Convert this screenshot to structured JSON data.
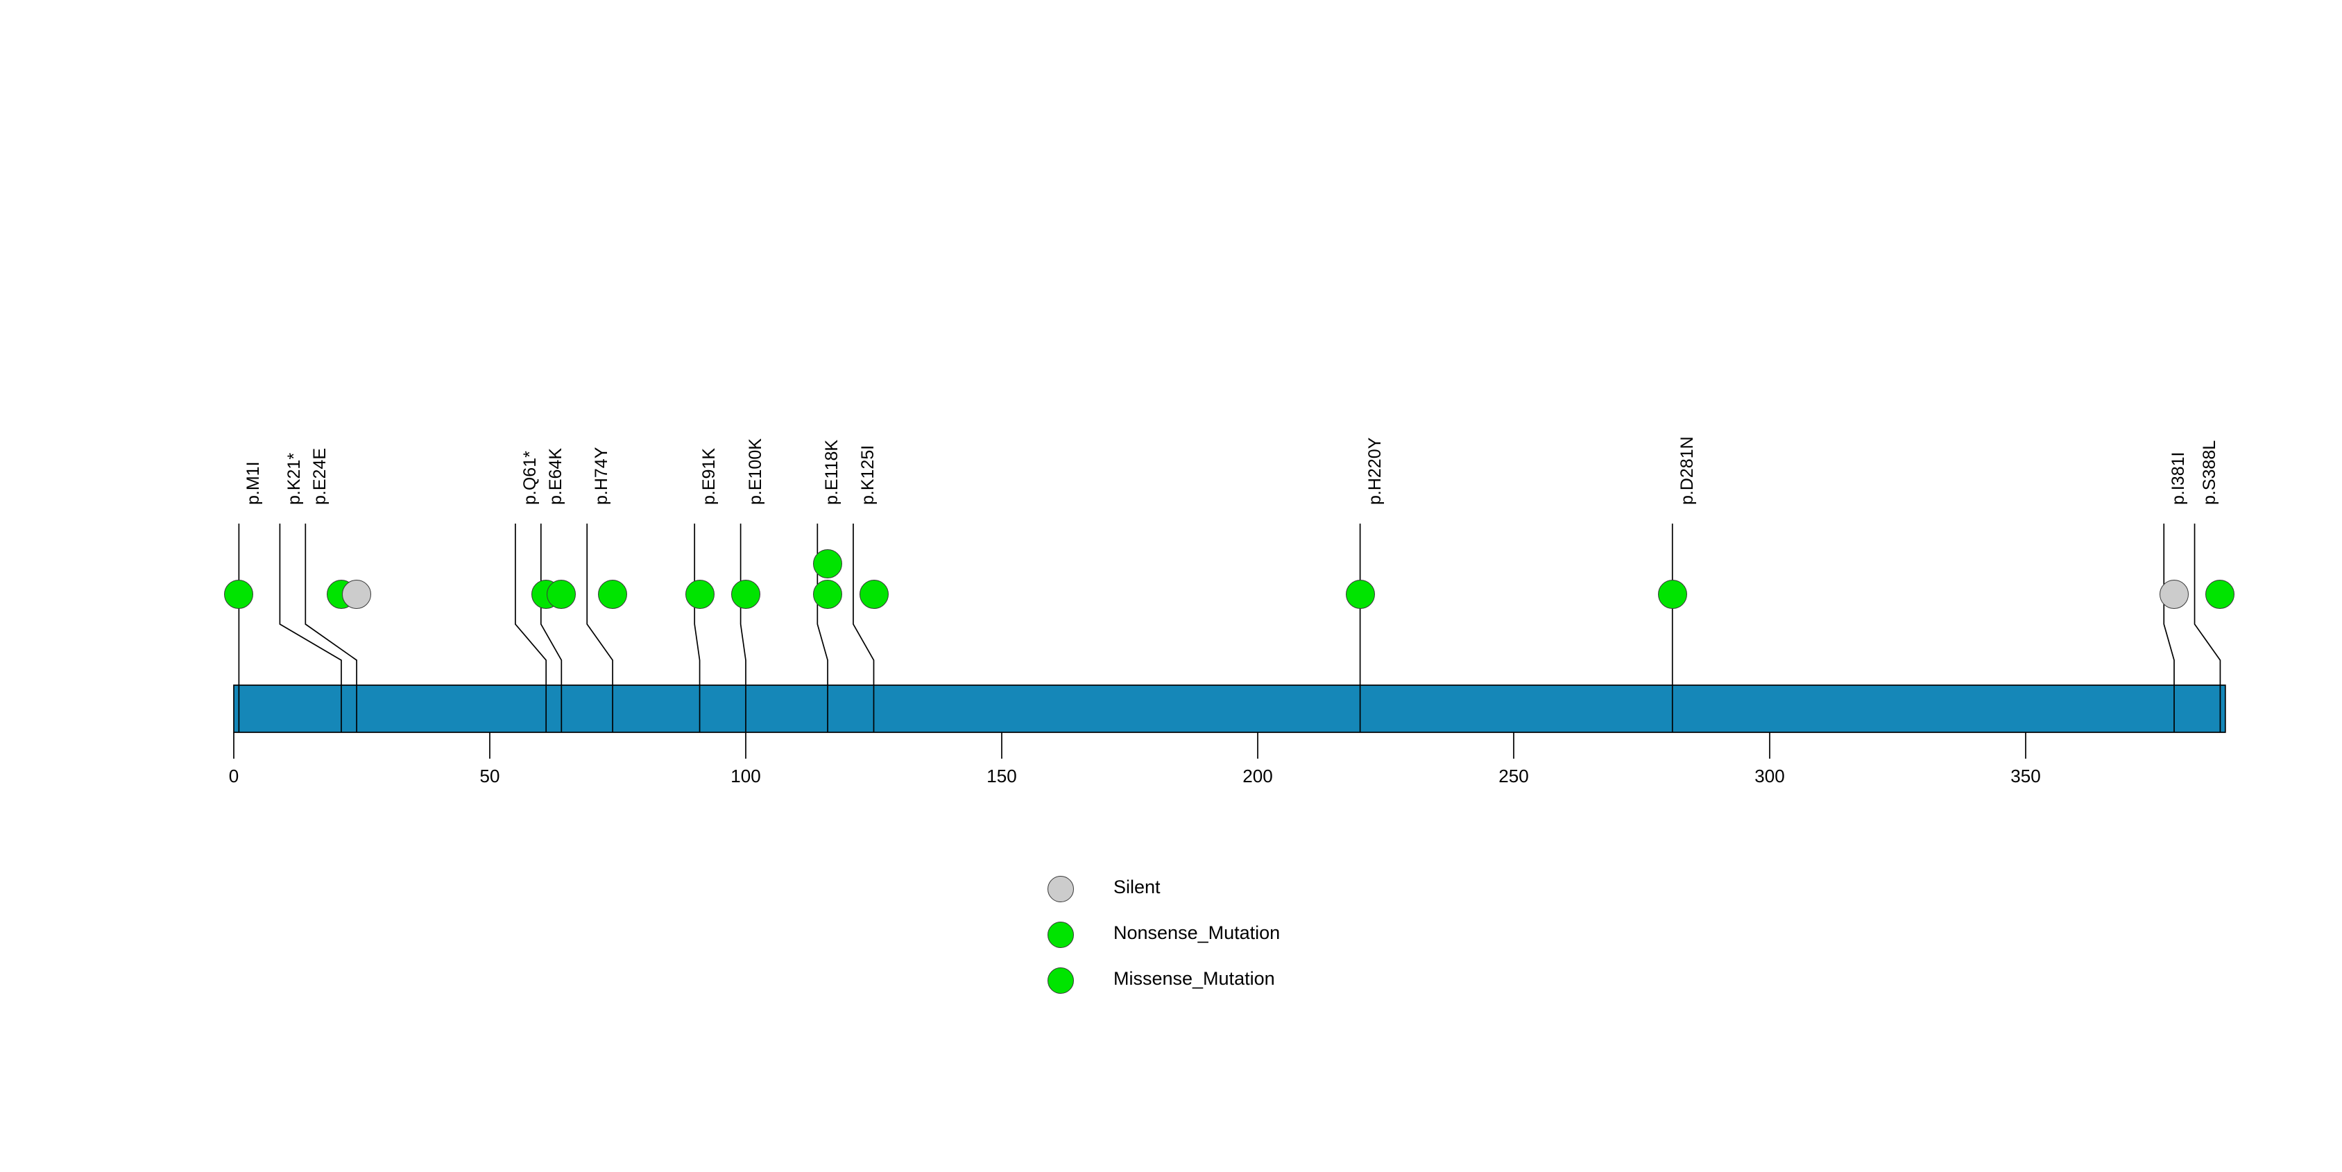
{
  "chart_data": {
    "type": "lollipop",
    "title": "",
    "xlabel": "",
    "ylabel": "",
    "xlim": [
      0,
      389
    ],
    "protein_length": 389,
    "axis_ticks": [
      0,
      50,
      100,
      150,
      200,
      250,
      300,
      350
    ],
    "grid": false,
    "domain_track": {
      "name": "protein-backbone",
      "color": "#1587b8",
      "start": 0,
      "end": 389
    },
    "colors": {
      "silent": "#cccccc",
      "nonsense": "#00e400",
      "missense": "#00e400",
      "backbone": "#1587b8",
      "stem": "#000000"
    },
    "mutations": [
      {
        "label": "p.M1I",
        "position": 1,
        "count": 1,
        "type": "Missense_Mutation",
        "color": "#00e400",
        "label_x": 1
      },
      {
        "label": "p.K21*",
        "position": 21,
        "count": 1,
        "type": "Nonsense_Mutation",
        "color": "#00e400",
        "label_x": 9
      },
      {
        "label": "p.E24E",
        "position": 24,
        "count": 1,
        "type": "Silent",
        "color": "#cccccc",
        "label_x": 14
      },
      {
        "label": "p.Q61*",
        "position": 61,
        "count": 1,
        "type": "Nonsense_Mutation",
        "color": "#00e400",
        "label_x": 55
      },
      {
        "label": "p.E64K",
        "position": 64,
        "count": 1,
        "type": "Missense_Mutation",
        "color": "#00e400",
        "label_x": 60
      },
      {
        "label": "p.H74Y",
        "position": 74,
        "count": 1,
        "type": "Missense_Mutation",
        "color": "#00e400",
        "label_x": 69
      },
      {
        "label": "p.E91K",
        "position": 91,
        "count": 1,
        "type": "Missense_Mutation",
        "color": "#00e400",
        "label_x": 90
      },
      {
        "label": "p.E100K",
        "position": 100,
        "count": 1,
        "type": "Missense_Mutation",
        "color": "#00e400",
        "label_x": 99
      },
      {
        "label": "p.E118K",
        "position": 116,
        "count": 2,
        "type": "Missense_Mutation",
        "color": "#00e400",
        "label_x": 114
      },
      {
        "label": "p.K125I",
        "position": 125,
        "count": 1,
        "type": "Missense_Mutation",
        "color": "#00e400",
        "label_x": 121
      },
      {
        "label": "p.H220Y",
        "position": 220,
        "count": 1,
        "type": "Missense_Mutation",
        "color": "#00e400",
        "label_x": 220
      },
      {
        "label": "p.D281N",
        "position": 281,
        "count": 1,
        "type": "Missense_Mutation",
        "color": "#00e400",
        "label_x": 281
      },
      {
        "label": "p.I381I",
        "position": 379,
        "count": 1,
        "type": "Silent",
        "color": "#cccccc",
        "label_x": 377
      },
      {
        "label": "p.S388L",
        "position": 388,
        "count": 1,
        "type": "Missense_Mutation",
        "color": "#00e400",
        "label_x": 383
      }
    ],
    "legend": {
      "position": "bottom-center",
      "entries": [
        {
          "label": "Silent",
          "color": "#cccccc"
        },
        {
          "label": "Nonsense_Mutation",
          "color": "#00e400"
        },
        {
          "label": "Missense_Mutation",
          "color": "#00e400"
        }
      ]
    }
  }
}
